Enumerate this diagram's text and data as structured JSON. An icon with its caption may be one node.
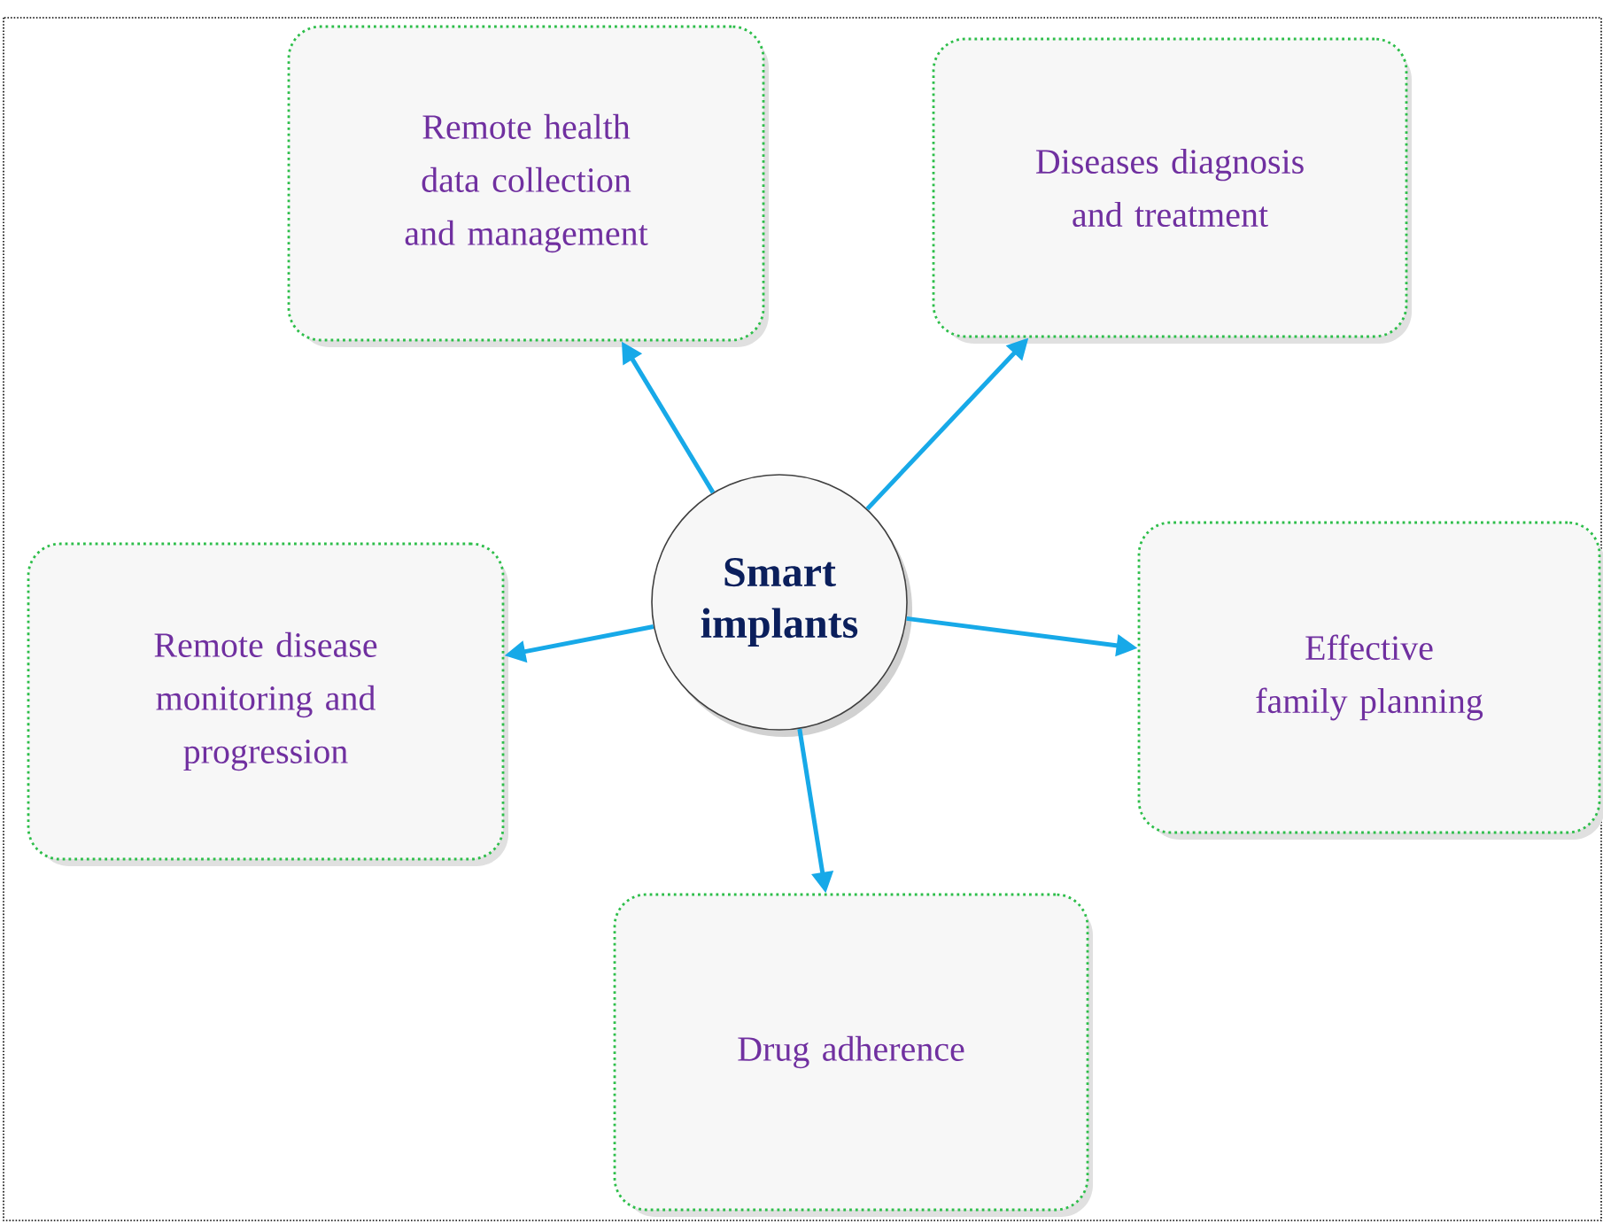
{
  "diagram": {
    "nodes": [
      {
        "text": [
          "Smart implants"
        ]
      },
      {
        "text": [
          "Remote health data collection and management"
        ]
      },
      {
        "text": [
          "Diseases diagnosis and treatment"
        ]
      },
      {
        "text": [
          "Effective family planning"
        ]
      },
      {
        "text": [
          "Remote disease monitoring and progression"
        ]
      },
      {
        "text": [
          "Drug adherence"
        ]
      }
    ],
    "edges": [
      {
        "from": 0,
        "to": 1,
        "arrow": "to"
      },
      {
        "from": 0,
        "to": 2,
        "arrow": "to"
      },
      {
        "from": 0,
        "to": 3,
        "arrow": "to"
      },
      {
        "from": 0,
        "to": 4,
        "arrow": "to"
      },
      {
        "from": 0,
        "to": 5,
        "arrow": "to"
      }
    ]
  }
}
